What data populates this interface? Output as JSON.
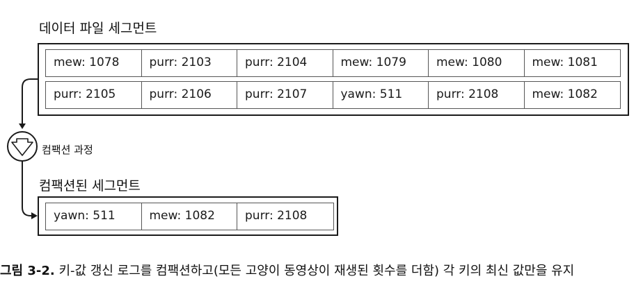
{
  "data_segment": {
    "title": "데이터 파일 세그먼트",
    "rows": [
      [
        "mew: 1078",
        "purr: 2103",
        "purr: 2104",
        "mew: 1079",
        "mew: 1080",
        "mew: 1081"
      ],
      [
        "purr: 2105",
        "purr: 2106",
        "purr: 2107",
        "yawn: 511",
        "purr: 2108",
        "mew: 1082"
      ]
    ]
  },
  "compaction": {
    "label": "컴팩션 과정",
    "icon": "down-arrow-circle-icon"
  },
  "compacted_segment": {
    "title": "컴팩션된 세그먼트",
    "cells": [
      "yawn: 511",
      "mew: 1082",
      "purr: 2108"
    ]
  },
  "caption": {
    "number": "그림 3-2.",
    "text": " 키-값 갱신 로그를 컴팩션하고(모든 고양이 동영상이 재생된 횟수를 더함) 각 키의 최신 값만을 유지"
  }
}
